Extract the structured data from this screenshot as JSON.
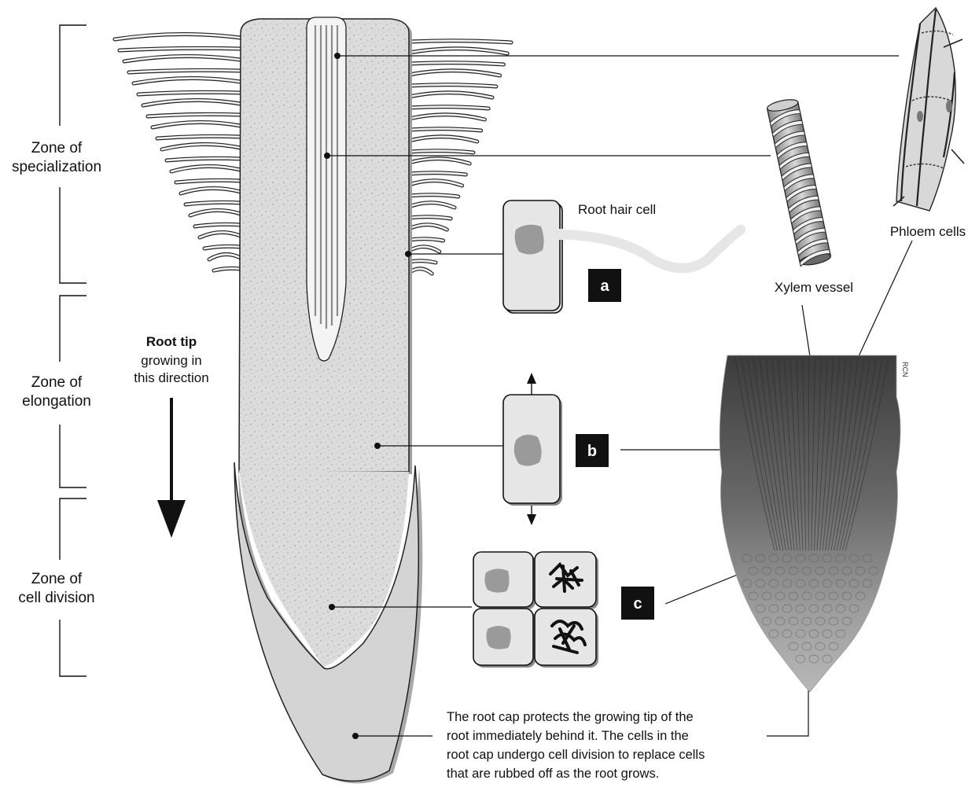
{
  "zones": {
    "specialization": [
      "Zone of",
      "specialization"
    ],
    "elongation": [
      "Zone of",
      "elongation"
    ],
    "division": [
      "Zone of",
      "cell division"
    ]
  },
  "direction": {
    "bold": "Root tip",
    "lines": [
      "growing in",
      "this direction"
    ]
  },
  "labels": {
    "root_hair_cell": "Root hair cell",
    "xylem_vessel": "Xylem vessel",
    "phloem_cells": "Phloem cells"
  },
  "tags": {
    "a": "a",
    "b": "b",
    "c": "c"
  },
  "root_cap_note": [
    "The root cap protects the growing tip of the",
    "root immediately behind it. The cells in the",
    "root cap undergo cell division to replace cells",
    "that are rubbed off as the root grows."
  ],
  "photo_credit": "RCN",
  "colors": {
    "root_fill": "#d9d9d9",
    "root_cap": "#d4d4d4",
    "cell_fill": "#e6e6e6",
    "nucleus": "#9a9a9a",
    "tag_bg": "#111111",
    "photo_dark": "#4a4a4a"
  }
}
